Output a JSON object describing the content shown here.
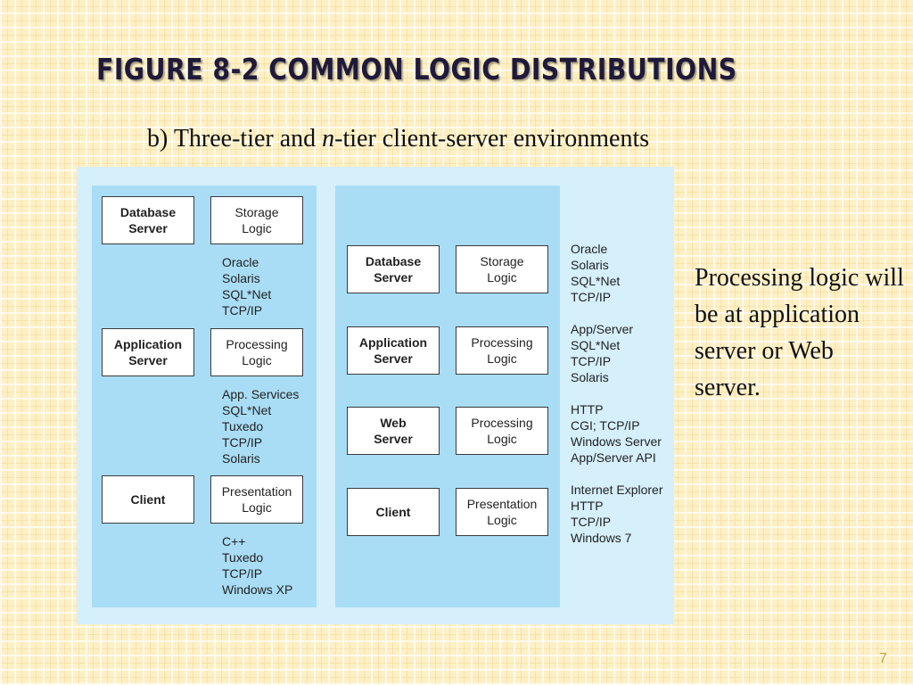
{
  "slide": {
    "title": "FIGURE 8-2 COMMON LOGIC DISTRIBUTIONS",
    "subtitle_pre": "b) Three-tier and ",
    "subtitle_italic": "n",
    "subtitle_post": "-tier client-server environments",
    "note": "Processing logic will be at application server or Web server.",
    "page_number": "7"
  },
  "three_tier": {
    "boxes": [
      {
        "label": "Database\nServer"
      },
      {
        "label": "Storage\nLogic"
      },
      {
        "label": "Application\nServer"
      },
      {
        "label": "Processing\nLogic"
      },
      {
        "label": "Client"
      },
      {
        "label": "Presentation\nLogic"
      }
    ],
    "lists": [
      {
        "text": "Oracle\nSolaris\nSQL*Net\nTCP/IP"
      },
      {
        "text": "App. Services\nSQL*Net\nTuxedo\nTCP/IP\nSolaris"
      },
      {
        "text": "C++\nTuxedo\nTCP/IP\nWindows XP"
      }
    ]
  },
  "n_tier": {
    "boxes": [
      {
        "label": "Database\nServer"
      },
      {
        "label": "Storage\nLogic"
      },
      {
        "label": "Application\nServer"
      },
      {
        "label": "Processing\nLogic"
      },
      {
        "label": "Web\nServer"
      },
      {
        "label": "Processing\nLogic"
      },
      {
        "label": "Client"
      },
      {
        "label": "Presentation\nLogic"
      }
    ],
    "lists": [
      {
        "text": "Oracle\nSolaris\nSQL*Net\nTCP/IP"
      },
      {
        "text": "App/Server\nSQL*Net\nTCP/IP\nSolaris"
      },
      {
        "text": "HTTP\nCGI; TCP/IP\nWindows Server\nApp/Server API"
      },
      {
        "text": "Internet Explorer\nHTTP\nTCP/IP\nWindows 7"
      }
    ]
  },
  "colors": {
    "background": "#fdf0c4",
    "figure_bg": "#d5effb",
    "panel_bg": "#a9ddf5",
    "title": "#1f1a3a",
    "page_number": "#c9a040"
  }
}
